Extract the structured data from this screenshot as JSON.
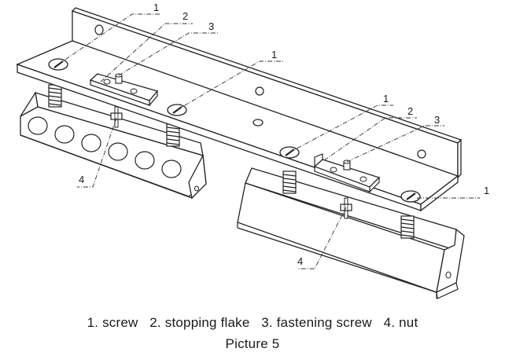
{
  "diagram": {
    "callouts": {
      "left_plate": [
        "1",
        "2",
        "3",
        "1"
      ],
      "right_plate": [
        "1",
        "2",
        "3",
        "1"
      ],
      "nut_left": "4",
      "nut_right": "4"
    },
    "legend": "1. screw   2. stopping flake   3. fastening screw   4. nut",
    "title": "Picture 5"
  }
}
